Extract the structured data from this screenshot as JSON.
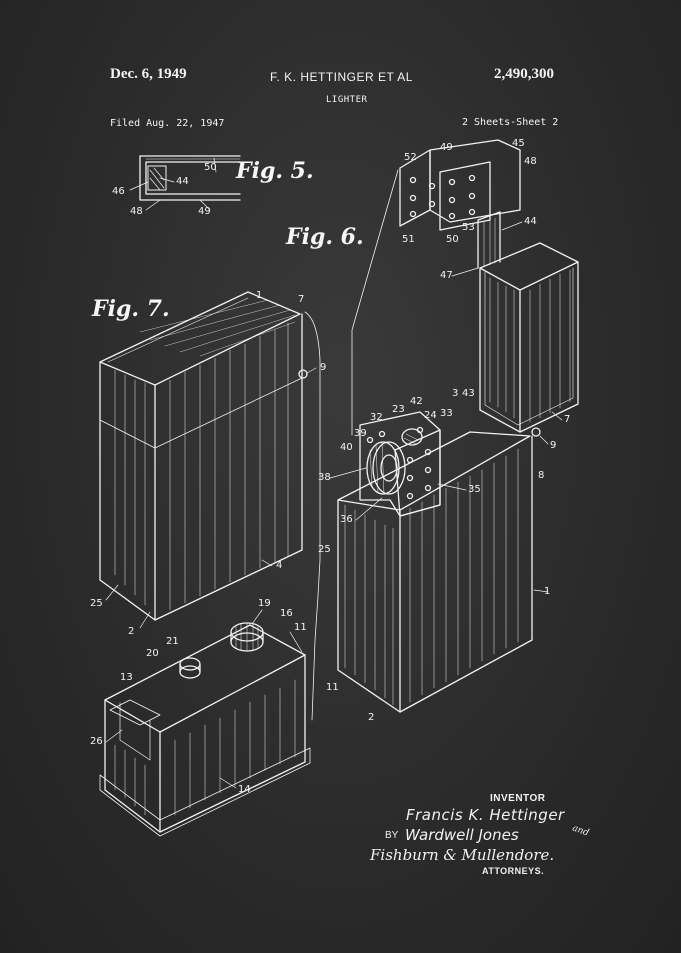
{
  "header": {
    "date": "Dec. 6, 1949",
    "inventors": "F. K. HETTINGER ET AL",
    "patent_number": "2,490,300",
    "title": "LIGHTER",
    "filed": "Filed Aug. 22, 1947",
    "sheets": "2 Sheets-Sheet 2"
  },
  "figures": {
    "fig5": "Fig. 5.",
    "fig6": "Fig. 6.",
    "fig7": "Fig. 7."
  },
  "reference_numerals": {
    "fig5": [
      "50",
      "46",
      "44",
      "48",
      "49"
    ],
    "fig6": [
      "52",
      "49",
      "45",
      "48",
      "44",
      "51",
      "50",
      "53",
      "47",
      "3",
      "43",
      "42",
      "32",
      "23",
      "24",
      "33",
      "39",
      "40",
      "7",
      "9",
      "8",
      "38",
      "35",
      "36",
      "25",
      "1",
      "11",
      "2"
    ],
    "fig7": [
      "1",
      "7",
      "9",
      "4",
      "25",
      "2",
      "19",
      "16",
      "11",
      "21",
      "20",
      "13",
      "26",
      "14"
    ]
  },
  "signature_block": {
    "inventor_label": "INVENTOR",
    "inventor_name": "Francis K. Hettinger",
    "by": "BY",
    "agent": "Wardwell Jones",
    "and": "and",
    "firm": "Fishburn & Mullendore.",
    "attorneys_label": "ATTORNEYS."
  },
  "colors": {
    "background": "#2c2c2c",
    "ink": "#f2f2f2"
  }
}
